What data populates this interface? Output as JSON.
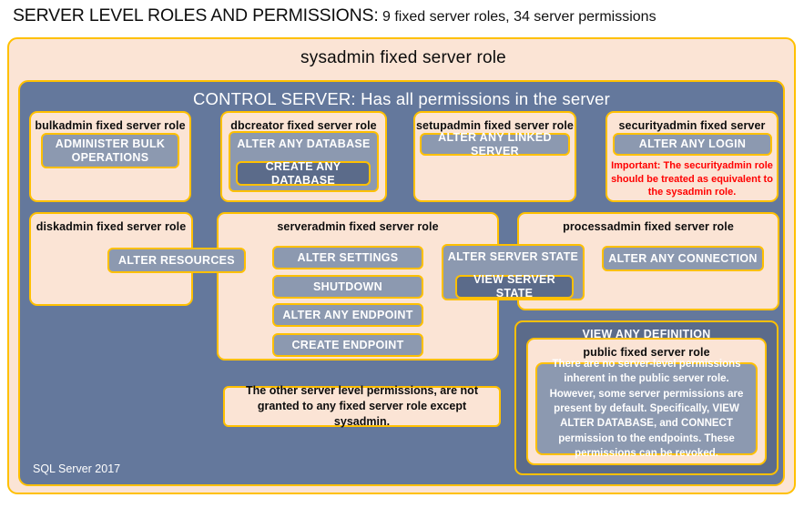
{
  "title": {
    "main": "SERVER LEVEL ROLES AND PERMISSIONS:",
    "sub": " 9 fixed server roles, 34 server permissions"
  },
  "sysadmin": {
    "label": "sysadmin fixed server role"
  },
  "control_server": {
    "label": "CONTROL SERVER: Has all permissions in the server"
  },
  "footer": {
    "label": "SQL Server 2017"
  },
  "roles": {
    "bulkadmin": {
      "title": "bulkadmin fixed server role",
      "permission": "ADMINISTER  BULK OPERATIONS"
    },
    "dbcreator": {
      "title": "dbcreator fixed server role",
      "permission_outer": "ALTER ANY DATABASE",
      "permission_inner": "CREATE ANY DATABASE"
    },
    "setupadmin": {
      "title": "setupadmin fixed server role",
      "permission": "ALTER ANY LINKED SERVER"
    },
    "securityadmin": {
      "title": "securityadmin fixed server role",
      "permission": "ALTER ANY LOGIN",
      "warning": "Important: The securityadmin role should be treated as equivalent to the sysadmin role."
    },
    "diskadmin": {
      "title": "diskadmin fixed server role",
      "permission": "ALTER RESOURCES"
    },
    "serveradmin": {
      "title": "serveradmin fixed server role",
      "permissions": [
        "ALTER SETTINGS",
        "SHUTDOWN",
        "ALTER ANY ENDPOINT",
        "CREATE ENDPOINT"
      ]
    },
    "server_state": {
      "permission_outer": "ALTER SERVER STATE",
      "permission_inner": "VIEW SERVER STATE"
    },
    "processadmin": {
      "title": "processadmin fixed server role",
      "permission": "ALTER ANY CONNECTION"
    },
    "public": {
      "view_any_definition": "VIEW ANY DEFINITION",
      "title": "public fixed server role",
      "description": "There are no server-level permissions inherent in the public server role. However, some server permissions are present by default. Specifically, VIEW ALTER DATABASE, and CONNECT permission to the endpoints. These permissions can be revoked."
    }
  },
  "notes": {
    "other_permissions": "The other server level permissions, are not granted to any fixed server role except sysadmin."
  },
  "colors": {
    "peach": "#fbe4d5",
    "gold": "#ffc000",
    "blue_panel": "#64789c",
    "chip": "#8c99b0",
    "chip_dark": "#5b6b8a",
    "warning_red": "#ff0000"
  }
}
